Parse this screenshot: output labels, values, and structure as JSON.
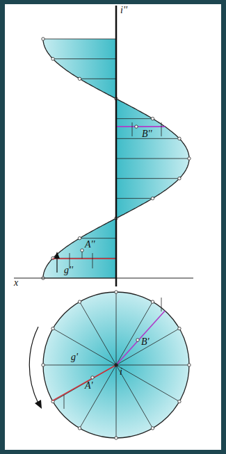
{
  "diagram": {
    "labels": [
      "i''",
      "B''",
      "A''",
      "g''",
      "x",
      "B'",
      "g'",
      "i",
      "A'"
    ]
  }
}
